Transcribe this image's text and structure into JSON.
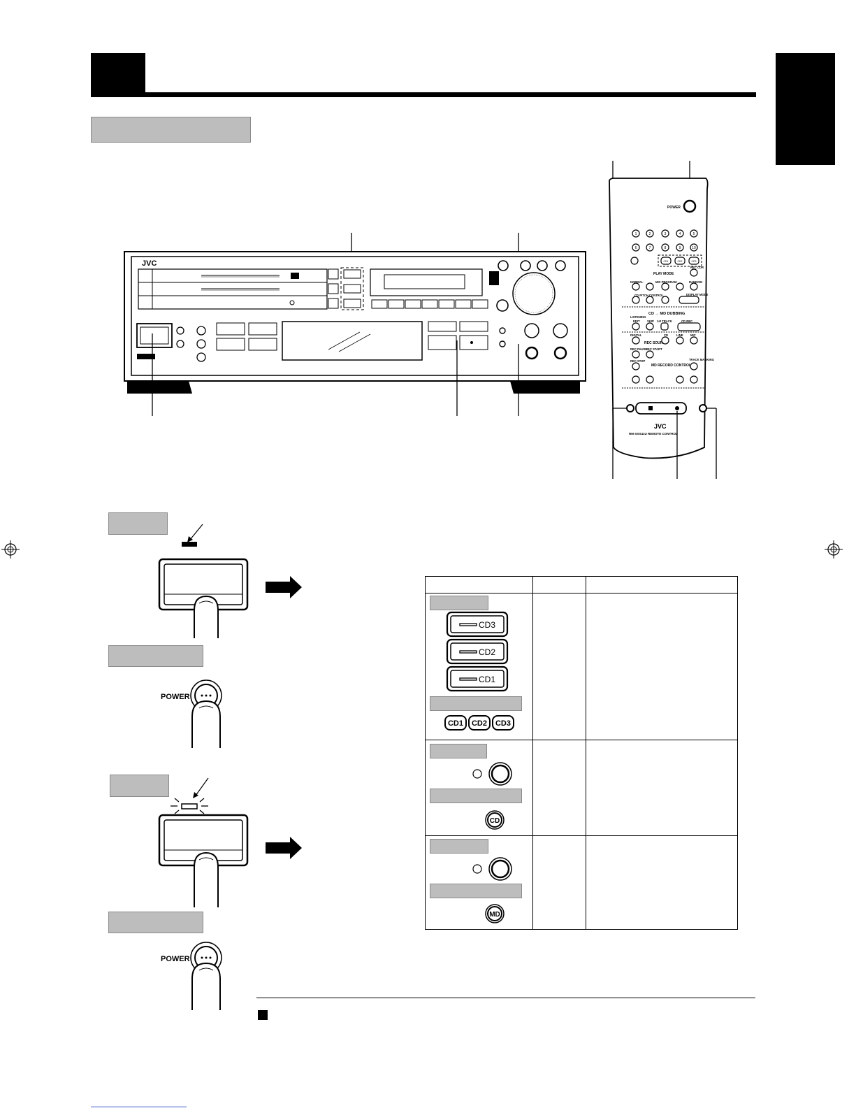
{
  "device": {
    "brand": "JVC",
    "remote_brand": "JVC",
    "remote_model": "RM-SXS41U REMOTE CONTROL"
  },
  "remote": {
    "power": "POWER",
    "numbers": [
      "1",
      "2",
      "3",
      "4",
      "5",
      "6",
      "7",
      "8",
      "9",
      "10"
    ],
    "cd_buttons": [
      "CD1",
      "CD2",
      "CD3"
    ],
    "rec_cdr": "REC CDR",
    "play_mode": "PLAY MODE",
    "normal": "NORMAL",
    "mix_program": "MIX PROGRAM",
    "random": "RANDOM",
    "cd_pitch_control": "CD PITCH CONTROL",
    "off": "OFF",
    "display_mode": "DISPLAY MODE",
    "cd_md_dubbing": "CD → MD DUBBING",
    "listening": "LISTENING",
    "edit": "EDIT",
    "skip": "SKIP",
    "first_track": "1st TRACK",
    "cd_rec": "CD REC",
    "digital": "DIGITAL",
    "cd": "CD",
    "line": "LINE",
    "mic": "MIC",
    "rec_source": "REC SOURCE",
    "rec_pause": "REC PAUSE",
    "rec_start": "REC START",
    "rec_stop": "REC STOP",
    "track_marking": "TRACK MARKING",
    "md_record_control": "MD RECORD CONTROL"
  },
  "illustrations": {
    "power_label_1": "POWER",
    "power_label_2": "POWER"
  },
  "table": {
    "cd_buttons": [
      "CD3",
      "CD2",
      "CD1"
    ],
    "remote_cd_buttons": [
      "CD1",
      "CD2",
      "CD3"
    ],
    "cd_round": "CD",
    "md_round": "MD"
  }
}
